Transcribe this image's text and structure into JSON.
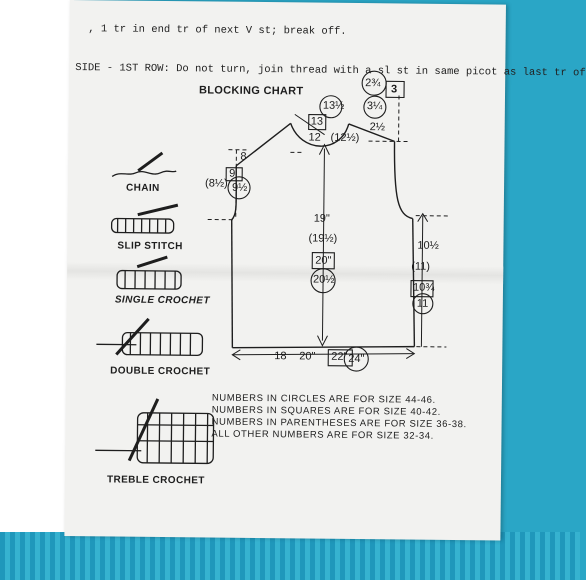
{
  "instructions": {
    "line1": "  , 1 tr in end tr of next V st; break off.",
    "line2": "SIDE - 1ST ROW: Do not turn, join thread with a sl st in same picot as last tr of"
  },
  "chart": {
    "title": "BLOCKING CHART",
    "neck": {
      "top_right": [
        "2¾",
        "3"
      ],
      "row2": [
        "3¼",
        "2½"
      ],
      "left": [
        "13½",
        "13",
        "12",
        "(12½)"
      ]
    },
    "shoulder": [
      "8",
      "(8½)",
      "9",
      "9½"
    ],
    "length": [
      "19\"",
      "(19½)",
      "20\"",
      "20½"
    ],
    "side": [
      "10½",
      "(11)",
      "10¾",
      "11"
    ],
    "width": [
      "18",
      "20\"",
      "22\"",
      "24\""
    ]
  },
  "stitches": [
    "CHAIN",
    "SLIP STITCH",
    "SINGLE CROCHET",
    "DOUBLE CROCHET",
    "TREBLE CROCHET"
  ],
  "notes": [
    "NUMBERS IN CIRCLES ARE FOR SIZE 44-46.",
    "NUMBERS IN SQUARES ARE FOR SIZE 40-42.",
    "NUMBERS IN PARENTHESES ARE FOR SIZE 36-38.",
    "ALL OTHER NUMBERS ARE FOR SIZE 32-34."
  ]
}
